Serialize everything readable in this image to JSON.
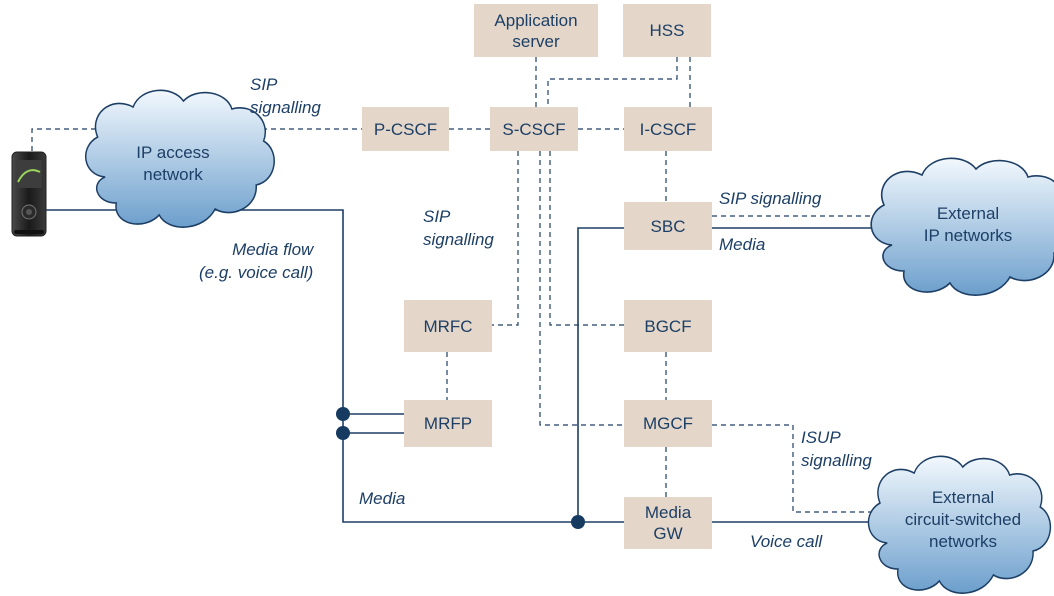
{
  "nodes": {
    "application_server": "Application\nserver",
    "hss": "HSS",
    "p_cscf": "P-CSCF",
    "s_cscf": "S-CSCF",
    "i_cscf": "I-CSCF",
    "sbc": "SBC",
    "mrfc": "MRFC",
    "bgcf": "BGCF",
    "mrfp": "MRFP",
    "mgcf": "MGCF",
    "media_gw": "Media\nGW"
  },
  "clouds": {
    "ip_access": "IP access\nnetwork",
    "external_ip": "External\nIP networks",
    "external_cs": "External\ncircuit-switched\nnetworks"
  },
  "labels": {
    "sip_signalling_top": "SIP\nsignalling",
    "sip_signalling_mid": "SIP\nsignalling",
    "media_flow": "Media flow\n(e.g. voice call)",
    "sip_signalling_ext": "SIP signalling",
    "media_ext": "Media",
    "isup_signalling": "ISUP\nsignalling",
    "media_bottom": "Media",
    "voice_call": "Voice call"
  },
  "icons": {
    "handset": "mobile-phone-icon"
  },
  "colors": {
    "line": "#1d3f66",
    "box": "#e4d7ca",
    "cloud_top": "#f2f8fd",
    "cloud_bottom": "#6c9fcc",
    "cloud_edge": "#1d3f66"
  }
}
